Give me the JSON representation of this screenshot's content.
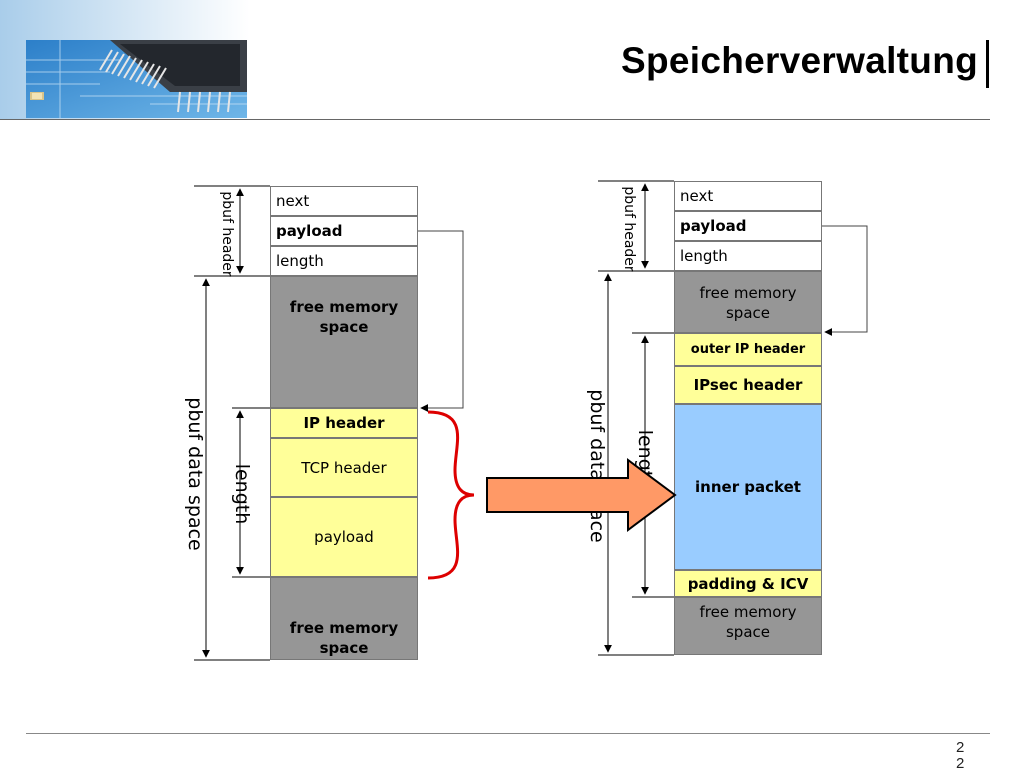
{
  "slide": {
    "title": "Speicherverwaltung",
    "page_number": "22"
  },
  "left_pbuf": {
    "header_label": "pbuf header",
    "data_space_label": "pbuf data space",
    "length_label": "length",
    "fields": [
      "next",
      "payload",
      "length"
    ],
    "free_top": "free memory space",
    "ip_header": "IP header",
    "tcp_header": "TCP header",
    "payload": "payload",
    "free_bottom": "free memory space"
  },
  "right_pbuf": {
    "header_label": "pbuf header",
    "data_space_label": "pbuf data space",
    "length_label": "length",
    "fields": [
      "next",
      "payload",
      "length"
    ],
    "free_top": "free memory space",
    "outer_ip_header": "outer IP header",
    "ipsec_header": "IPsec header",
    "inner_packet": "inner packet",
    "padding_icv": "padding & ICV",
    "free_bottom": "free memory space"
  },
  "colors": {
    "free_memory": "#969696",
    "packet_header": "#ffff99",
    "inner_packet": "#99ccff",
    "transform_arrow": "#ff9966",
    "brace": "#dd0000"
  }
}
